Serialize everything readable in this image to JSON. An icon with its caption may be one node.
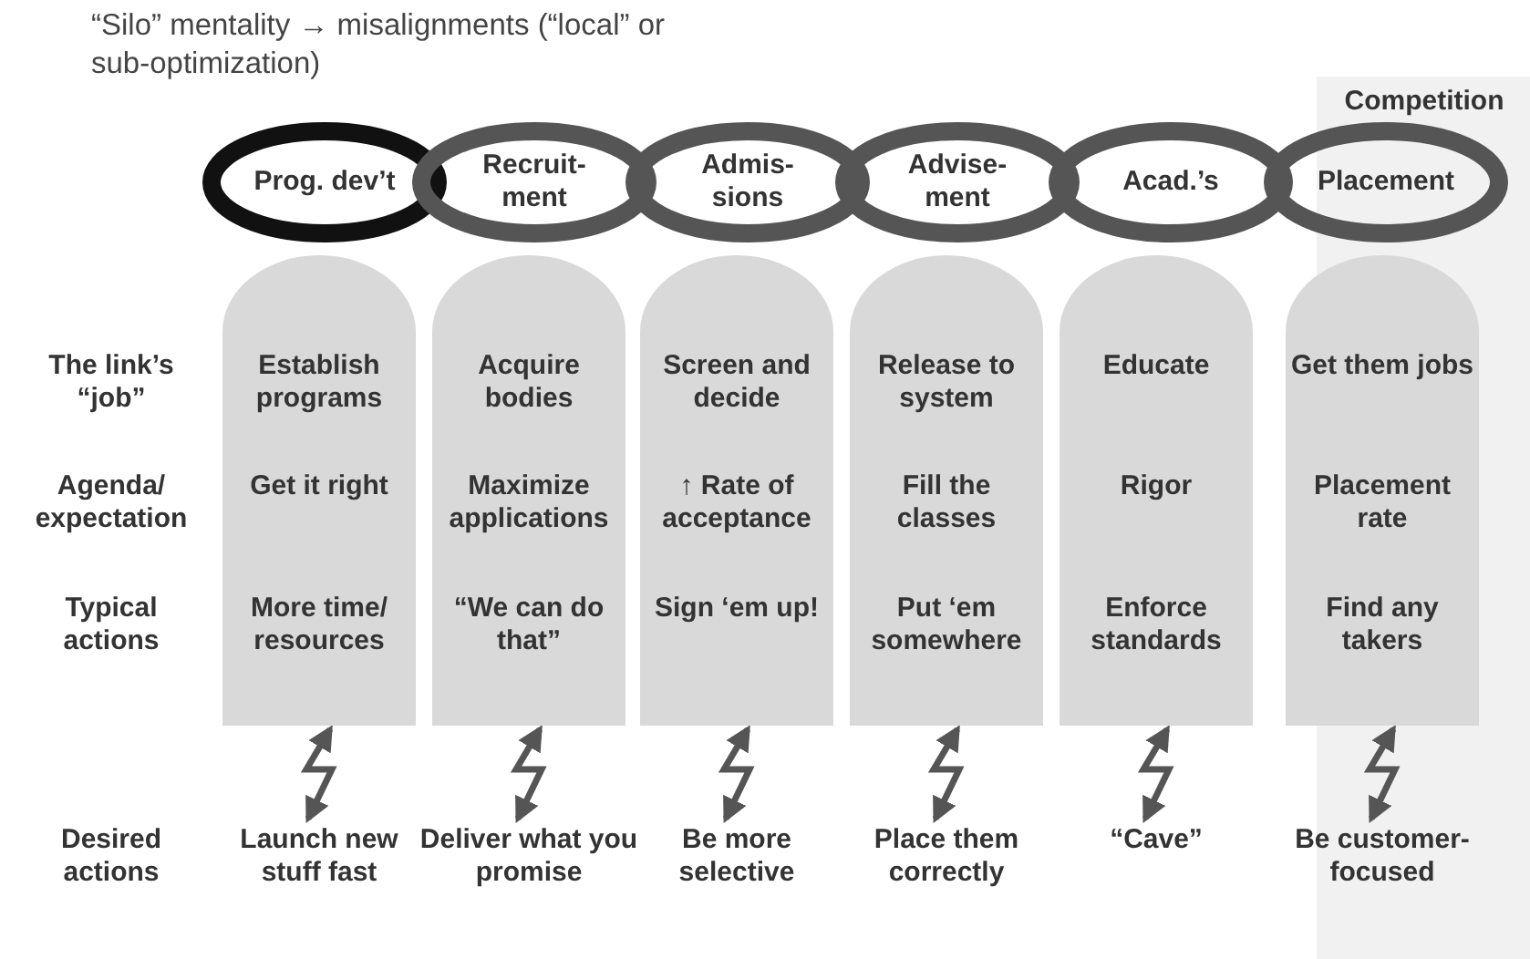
{
  "diagram": {
    "title": "“Silo” mentality → misalignments (“local” or sub-optimization)",
    "nodes": [
      {
        "text": [
          "Prog. dev’t"
        ]
      },
      {
        "text": [
          "Recruit- ment"
        ]
      },
      {
        "text": [
          "Admis- sions"
        ]
      },
      {
        "text": [
          "Advise- ment"
        ]
      },
      {
        "text": [
          "Acad.’s"
        ]
      },
      {
        "text": [
          "Placement"
        ]
      },
      {
        "text": [
          "Establish programs",
          "Get it right",
          "More time/ resources"
        ]
      },
      {
        "text": [
          "Acquire bodies",
          "Maximize applications",
          "“We can do that”"
        ]
      },
      {
        "text": [
          "Screen and decide",
          "↑ Rate of acceptance",
          "Sign ‘em up!"
        ]
      },
      {
        "text": [
          "Release to system",
          "Fill the classes",
          "Put ‘em somewhere"
        ]
      },
      {
        "text": [
          "Educate",
          "Rigor",
          "Enforce standards"
        ]
      },
      {
        "text": [
          "Get them jobs",
          "Placement rate",
          "Find any takers"
        ]
      },
      {
        "text": [
          "Launch new stuff fast"
        ]
      },
      {
        "text": [
          "Deliver what you promise"
        ]
      },
      {
        "text": [
          "Be more selective"
        ]
      },
      {
        "text": [
          "Place them correctly"
        ]
      },
      {
        "text": [
          "“Cave”"
        ]
      },
      {
        "text": [
          "Be customer- focused"
        ]
      }
    ],
    "edges": [
      {
        "from": 6,
        "to": 12,
        "arrow": "both"
      },
      {
        "from": 7,
        "to": 13,
        "arrow": "both"
      },
      {
        "from": 8,
        "to": 14,
        "arrow": "both"
      },
      {
        "from": 9,
        "to": 15,
        "arrow": "both"
      },
      {
        "from": 10,
        "to": 16,
        "arrow": "both"
      },
      {
        "from": 11,
        "to": 17,
        "arrow": "both"
      }
    ],
    "labels": [
      "Competition",
      "The link’s “job”",
      "Agenda/ expectation",
      "Typical actions",
      "Desired actions"
    ]
  }
}
